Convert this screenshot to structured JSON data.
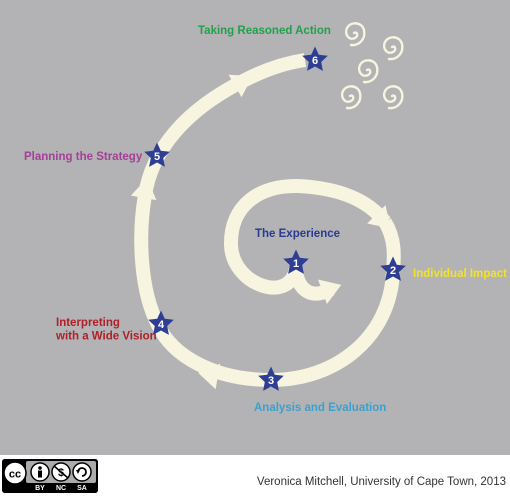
{
  "colors": {
    "background": "#b3b3b5",
    "spiral": "#f7f4e0",
    "star": "#2e3f93",
    "number_text": "#ffffff"
  },
  "steps": [
    {
      "number": "1",
      "label_lines": [
        "The Experience"
      ],
      "color": "#2a3b8f"
    },
    {
      "number": "2",
      "label_lines": [
        "Individual Impact"
      ],
      "color": "#f2e22d"
    },
    {
      "number": "3",
      "label_lines": [
        "Analysis and Evaluation"
      ],
      "color": "#3aa1cf"
    },
    {
      "number": "4",
      "label_lines": [
        "Interpreting",
        "with a Wide Vision"
      ],
      "color": "#b01f27"
    },
    {
      "number": "5",
      "label_lines": [
        "Planning the Strategy"
      ],
      "color": "#a43f97"
    },
    {
      "number": "6",
      "label_lines": [
        "Taking Reasoned Action"
      ],
      "color": "#22a04a"
    }
  ],
  "decoration": {
    "icon": "swirl-icon",
    "count": 5
  },
  "footer": {
    "license_icon": "cc-by-nc-sa-icon",
    "license_labels": [
      "BY",
      "NC",
      "SA"
    ],
    "credit": "Veronica Mitchell, University of Cape Town, 2013"
  }
}
